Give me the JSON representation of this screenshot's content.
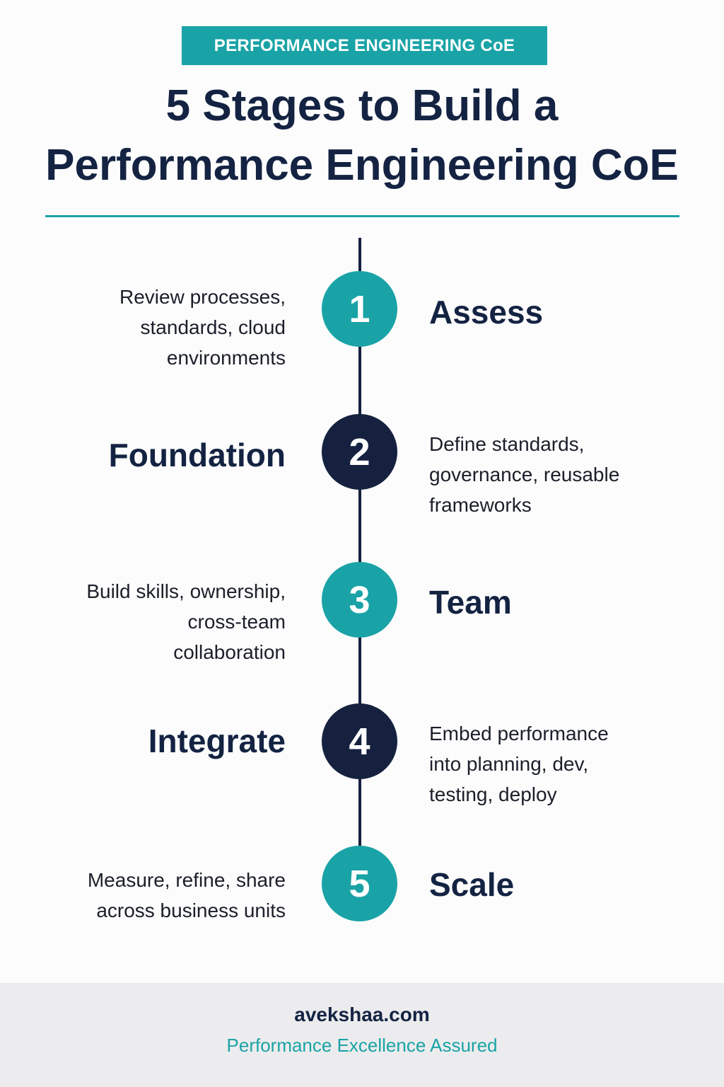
{
  "header": {
    "tag": "PERFORMANCE ENGINEERING CoE",
    "title_line1": "5 Stages to Build a",
    "title_line2": "Performance Engineering CoE"
  },
  "stages": [
    {
      "number": "1",
      "title": "Assess",
      "desc_lines": [
        "Review processes,",
        "standards, cloud",
        "environments"
      ]
    },
    {
      "number": "2",
      "title": "Foundation",
      "desc_lines": [
        "Define standards,",
        "governance, reusable",
        "frameworks"
      ]
    },
    {
      "number": "3",
      "title": "Team",
      "desc_lines": [
        "Build skills, ownership,",
        "cross-team",
        "collaboration"
      ]
    },
    {
      "number": "4",
      "title": "Integrate",
      "desc_lines": [
        "Embed performance",
        "into planning, dev,",
        "testing, deploy"
      ]
    },
    {
      "number": "5",
      "title": "Scale",
      "desc_lines": [
        "Measure, refine, share",
        "across business units"
      ]
    }
  ],
  "footer": {
    "site": "avekshaa.com",
    "tagline": "Performance Excellence Assured"
  },
  "colors": {
    "teal": "#1aa3a6",
    "navy": "#15213f",
    "footer_bg": "#ececee"
  }
}
